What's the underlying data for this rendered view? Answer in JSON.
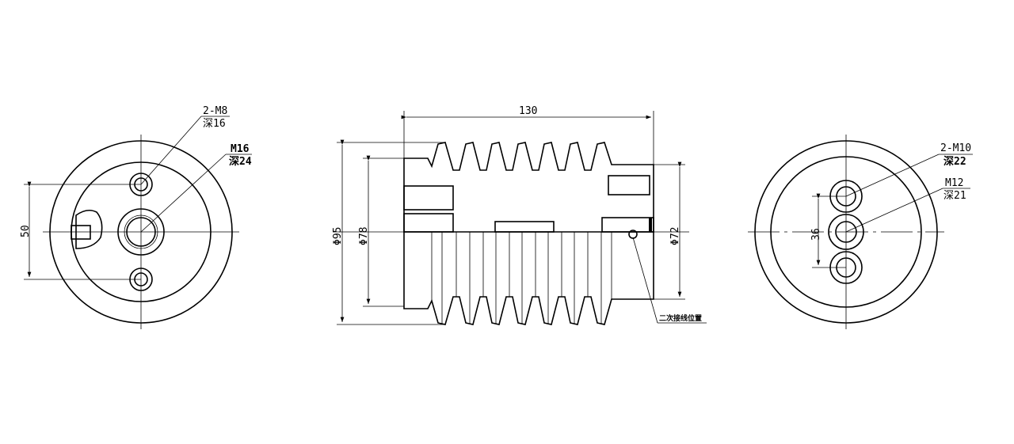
{
  "left_view": {
    "dim_spacing": "50",
    "callout_small_holes": {
      "thread": "2-M8",
      "depth": "深16"
    },
    "callout_center_hole": {
      "thread": "M16",
      "depth": "深24"
    }
  },
  "side_view": {
    "dim_length": "130",
    "dim_shed_diameter": "Φ95",
    "dim_flange_diameter": "Φ78",
    "dim_end_diameter": "Φ72",
    "secondary_wiring_label": "二次接线位置"
  },
  "right_view": {
    "dim_spacing": "36",
    "callout_outer_holes": {
      "thread": "2-M10",
      "depth": "深22"
    },
    "callout_center_hole": {
      "thread": "M12",
      "depth": "深21"
    }
  }
}
